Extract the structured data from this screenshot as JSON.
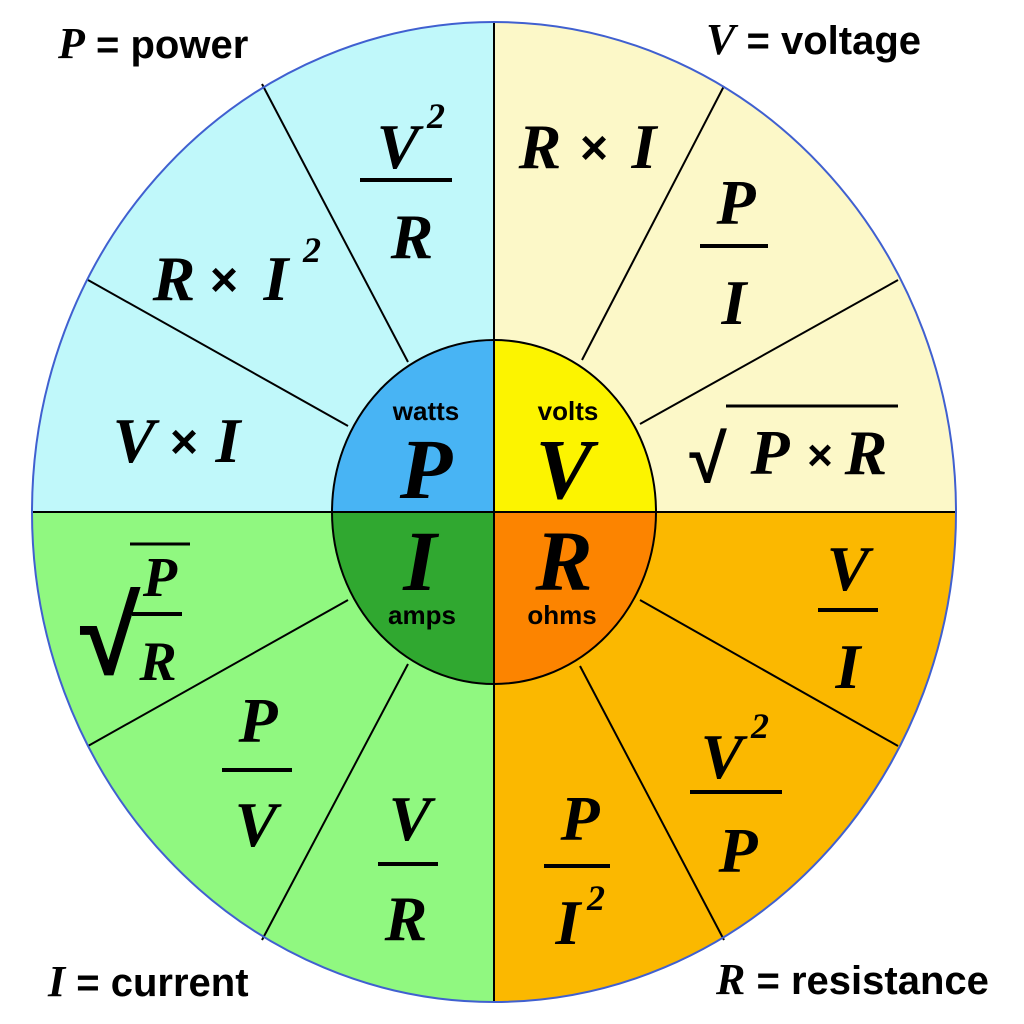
{
  "colors": {
    "power_outer": "#c0f8fa",
    "voltage_outer": "#fcf8c8",
    "resistance_outer": "#fbb800",
    "current_outer": "#90f880",
    "power_center": "#48b4f4",
    "voltage_center": "#fcf400",
    "resistance_center": "#fc8400",
    "current_center": "#30a830",
    "border": "#4060d0",
    "divider": "#000000"
  },
  "corners": {
    "power": {
      "symbol": "P",
      "text": "= power"
    },
    "voltage": {
      "symbol": "V",
      "text": "= voltage"
    },
    "current": {
      "symbol": "I",
      "text": "= current"
    },
    "resistance": {
      "symbol": "R",
      "text": "= resistance"
    }
  },
  "center": {
    "power": {
      "symbol": "P",
      "unit": "watts"
    },
    "voltage": {
      "symbol": "V",
      "unit": "volts"
    },
    "current": {
      "symbol": "I",
      "unit": "amps"
    },
    "resistance": {
      "symbol": "R",
      "unit": "ohms"
    }
  },
  "formulas": {
    "power": {
      "v2_over_r": {
        "num": "V",
        "exp": "2",
        "den": "R"
      },
      "r_times_i2": {
        "a": "R",
        "op": "×",
        "b": "I",
        "exp": "2"
      },
      "v_times_i": {
        "a": "V",
        "op": "×",
        "b": "I"
      }
    },
    "voltage": {
      "r_times_i": {
        "a": "R",
        "op": "×",
        "b": "I"
      },
      "p_over_i": {
        "num": "P",
        "den": "I"
      },
      "sqrt_p_times_r": {
        "radical": "√",
        "a": "P",
        "op": "×",
        "b": "R"
      }
    },
    "resistance": {
      "v_over_i": {
        "num": "V",
        "den": "I"
      },
      "v2_over_p": {
        "num": "V",
        "exp": "2",
        "den": "P"
      },
      "p_over_i2": {
        "num": "P",
        "den": "I",
        "exp": "2"
      }
    },
    "current": {
      "sqrt_p_over_r": {
        "radical": "√",
        "num": "P",
        "den": "R"
      },
      "p_over_v": {
        "num": "P",
        "den": "V"
      },
      "v_over_r": {
        "num": "V",
        "den": "R"
      }
    }
  }
}
